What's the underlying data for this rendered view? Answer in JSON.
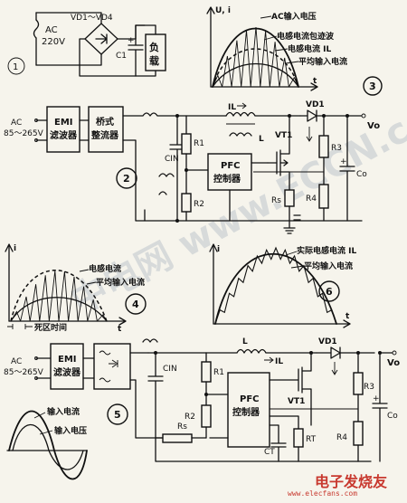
{
  "fig1": {
    "number": "①",
    "ac_label": "AC",
    "ac_voltage": "220V",
    "bridge_label": "VD1～VD4",
    "cap_label": "C1",
    "load_label": "负载"
  },
  "fig2": {
    "number": "②",
    "ac_label": "AC",
    "ac_range": "85～265V",
    "emi_line1": "EMI",
    "emi_line2": "滤波器",
    "bridge_line1": "桥式",
    "bridge_line2": "整流器",
    "cin_label": "CIN",
    "r1_label": "R1",
    "r2_label": "R2",
    "il_label": "IL",
    "l_label": "L",
    "vd1_label": "VD1",
    "vt1_label": "VT1",
    "pfc_line1": "PFC",
    "pfc_line2": "控制器",
    "r3_label": "R3",
    "r4_label": "R4",
    "rs_label": "Rs",
    "vo_label": "Vo",
    "co_label": "Co"
  },
  "fig3": {
    "number": "③",
    "axis_y": "U, i",
    "axis_x": "t",
    "legend_ac_voltage": "AC输入电压",
    "legend_envelope": "电感电流包迹波",
    "legend_il": "电感电流 IL",
    "legend_avg": "平均输入电流"
  },
  "fig4": {
    "number": "④",
    "axis_y": "i",
    "axis_x": "t",
    "legend_inductor": "电感电流",
    "legend_avg": "平均输入电流",
    "dead_time": "死区时间"
  },
  "fig5": {
    "number": "⑤",
    "ac_label": "AC",
    "ac_range": "85～265V",
    "emi_line1": "EMI",
    "emi_line2": "滤波器",
    "cin_label": "CIN",
    "r1_label": "R1",
    "r2_label": "R2",
    "l_label": "L",
    "il_label": "IL",
    "vd1_label": "VD1",
    "vt1_label": "VT1",
    "pfc_line1": "PFC",
    "pfc_line2": "控制器",
    "r3_label": "R3",
    "r4_label": "R4",
    "rs_label": "Rs",
    "ct_label": "CT",
    "rt_label": "RT",
    "vo_label": "Vo",
    "co_label": "Co",
    "legend_current": "输入电流",
    "legend_voltage": "输入电压"
  },
  "fig6": {
    "number": "⑥",
    "axis_y": "i",
    "axis_x": "t",
    "legend_il": "实际电感电流 IL",
    "legend_avg": "平均输入电流"
  },
  "watermark": "中电网 www.ECCN.com",
  "footer_logo": "电子发烧友",
  "footer_url": "www.elecfans.com"
}
